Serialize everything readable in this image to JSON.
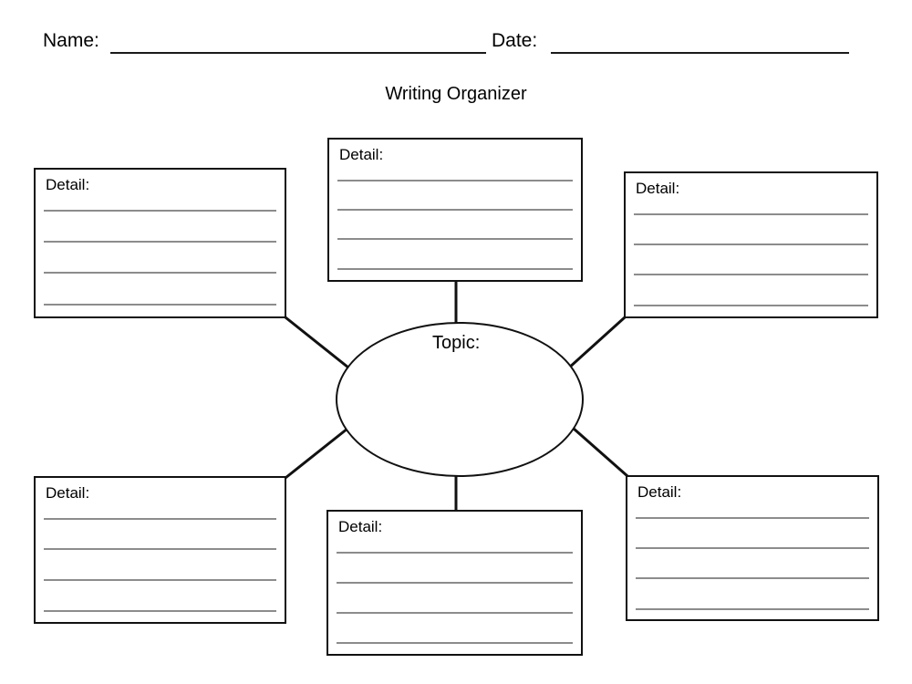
{
  "page": {
    "title": "Writing Organizer",
    "background_color": "#ffffff",
    "ink_color": "#111111",
    "rule_color": "#8c8c8c"
  },
  "header": {
    "name_label": "Name:",
    "date_label": "Date:",
    "title": "Writing Organizer"
  },
  "center": {
    "topic_label": "Topic:"
  },
  "boxes": [
    {
      "id": "top-left",
      "label": "Detail:",
      "lines": 4
    },
    {
      "id": "top-center",
      "label": "Detail:",
      "lines": 4
    },
    {
      "id": "top-right",
      "label": "Detail:",
      "lines": 4
    },
    {
      "id": "bottom-left",
      "label": "Detail:",
      "lines": 4
    },
    {
      "id": "bottom-center",
      "label": "Detail:",
      "lines": 4
    },
    {
      "id": "bottom-right",
      "label": "Detail:",
      "lines": 4
    }
  ],
  "connectors": [
    {
      "from": "top-left-box",
      "to": "topic-ellipse"
    },
    {
      "from": "top-center-box",
      "to": "topic-ellipse"
    },
    {
      "from": "top-right-box",
      "to": "topic-ellipse"
    },
    {
      "from": "bottom-left-box",
      "to": "topic-ellipse"
    },
    {
      "from": "bottom-center-box",
      "to": "topic-ellipse"
    },
    {
      "from": "bottom-right-box",
      "to": "topic-ellipse"
    }
  ]
}
